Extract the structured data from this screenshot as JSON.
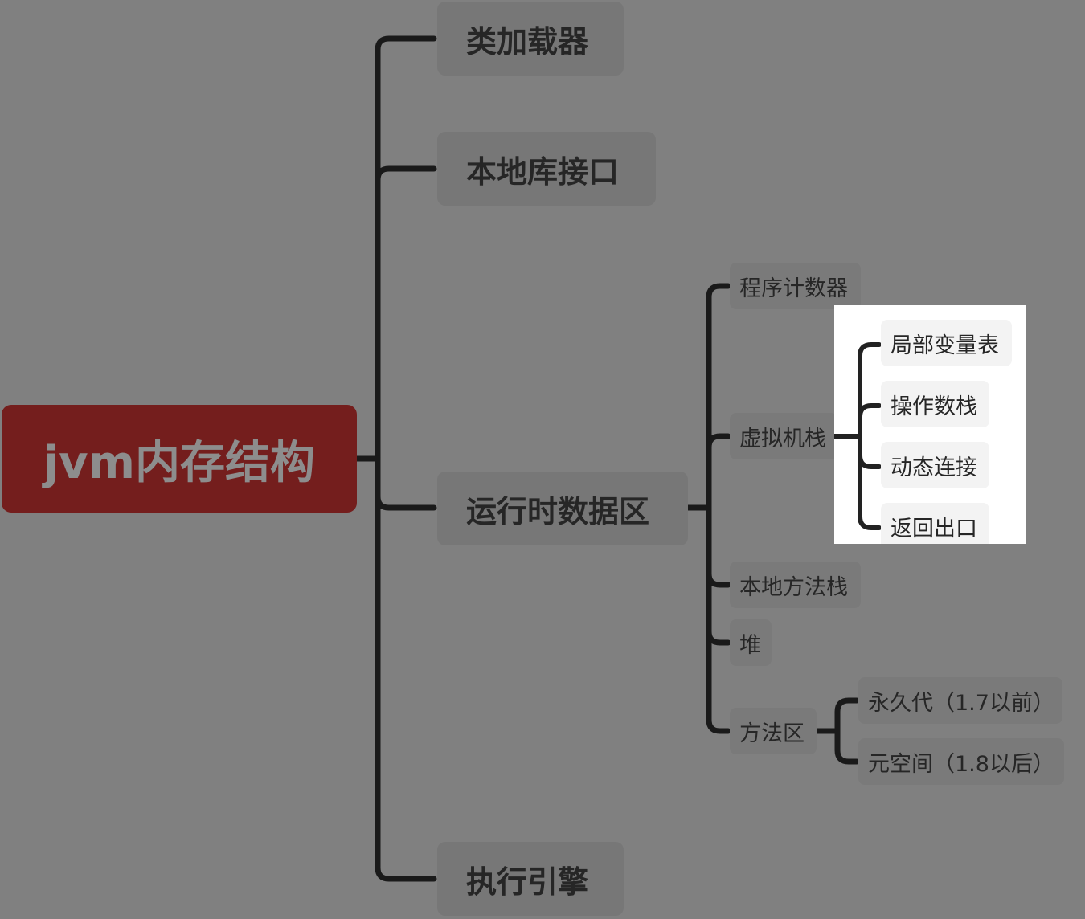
{
  "root": {
    "label": "jvm内存结构"
  },
  "branches": {
    "class_loader": "类加载器",
    "native_interface": "本地库接口",
    "runtime_data_area": "运行时数据区",
    "execution_engine": "执行引擎"
  },
  "runtime_children": {
    "pc_register": "程序计数器",
    "vm_stack": "虚拟机栈",
    "native_method_stack": "本地方法栈",
    "heap": "堆",
    "method_area": "方法区"
  },
  "vm_stack_children": {
    "local_vars": "局部变量表",
    "operand_stack": "操作数栈",
    "dynamic_linking": "动态连接",
    "return_address": "返回出口"
  },
  "method_area_children": {
    "permgen": "永久代（1.7以前）",
    "metaspace": "元空间（1.8以后）"
  },
  "colors": {
    "background": "#808080",
    "root_fill": "#741e1d",
    "connector": "#1a1a1a",
    "highlight": "#ffffff"
  }
}
